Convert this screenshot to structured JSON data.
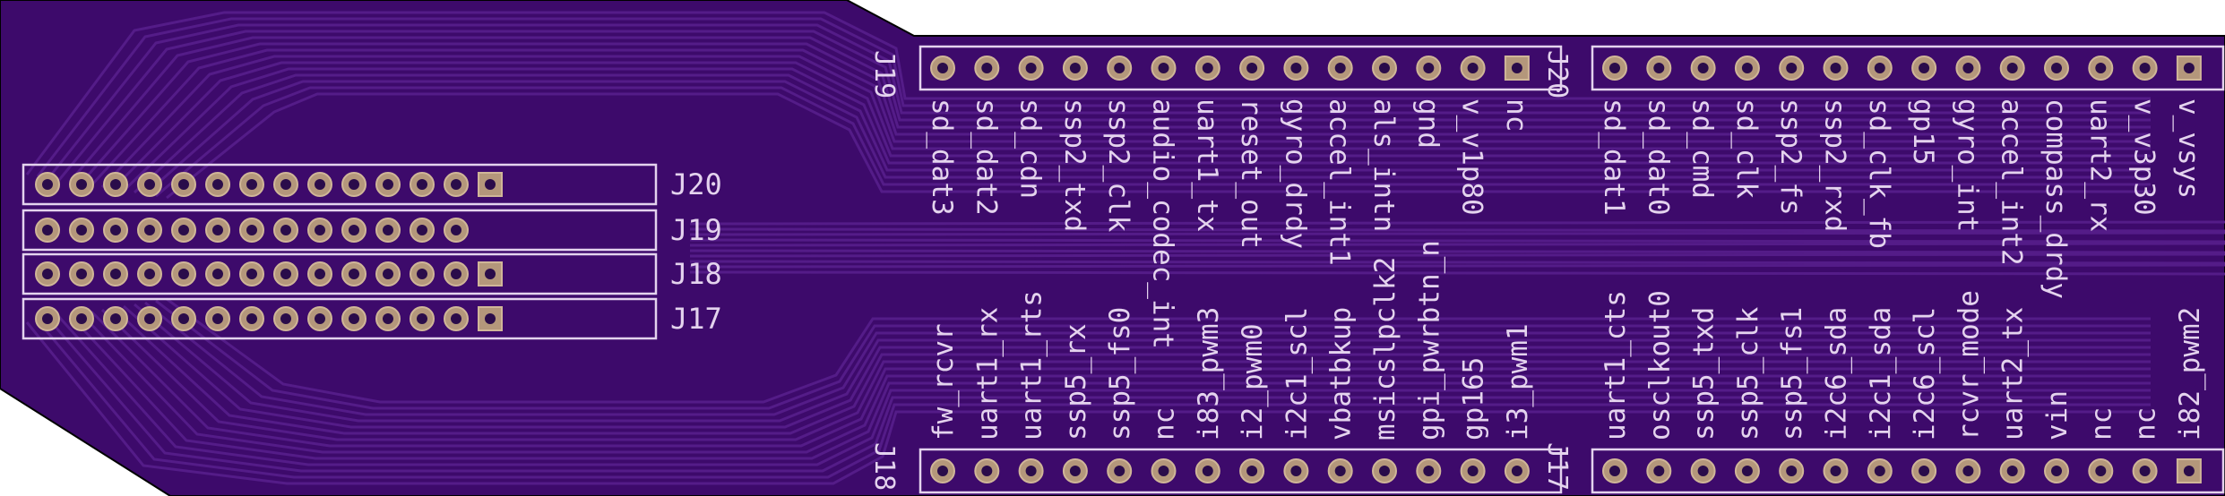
{
  "colors": {
    "substrate": "#3d0a6b",
    "trace": "#541c88",
    "silkscreen": "#e4d3ee",
    "pad_copper": "#b4977b",
    "pad_ring": "#d0b698",
    "drill": "#2a0c4a",
    "outline": "#000000"
  },
  "connectors": {
    "J19": {
      "ref": "J19",
      "labels": [
        "sd_dat3",
        "sd_dat2",
        "sd_cdn",
        "ssp2_txd",
        "ssp2_clk",
        "audio_codec_int",
        "uart1_tx",
        "reset_out",
        "gyro_drdy",
        "accel_int1",
        "als_intn",
        "gnd",
        "v_v1p80",
        "nc"
      ]
    },
    "J20": {
      "ref": "J20",
      "labels": [
        "sd_dat1",
        "sd_dat0",
        "sd_cmd",
        "sd_clk",
        "ssp2_fs",
        "ssp2_rxd",
        "sd_clk_fb",
        "gp15",
        "gyro_int",
        "accel_int2",
        "compass_drdy",
        "uart2_rx",
        "v_v3p30",
        "v_vsys"
      ]
    },
    "J18": {
      "ref": "J18",
      "labels": [
        "fw_rcvr",
        "uart1_rx",
        "uart1_rts",
        "ssp5_rx",
        "ssp5_fs0",
        "nc",
        "i83_pwm3",
        "i2_pwm0",
        "i2c1_scl",
        "vbatbkup",
        "msicslpclk2",
        "gpi_pwrbtn_n",
        "gp165",
        "i3_pwm1"
      ]
    },
    "J17": {
      "ref": "J17",
      "labels": [
        "uart1_cts",
        "osclkout0",
        "ssp5_txd",
        "ssp5_clk",
        "ssp5_fs1",
        "i2c6_sda",
        "i2c1_sda",
        "i2c6_scl",
        "rcvr_mode",
        "uart2_tx",
        "vin",
        "nc",
        "nc",
        "i82_pwm2"
      ]
    }
  },
  "left_header": {
    "rows": [
      {
        "ref": "J20",
        "pins": 14
      },
      {
        "ref": "J19",
        "pins": 13
      },
      {
        "ref": "J18",
        "pins": 14
      },
      {
        "ref": "J17",
        "pins": 14
      }
    ]
  }
}
